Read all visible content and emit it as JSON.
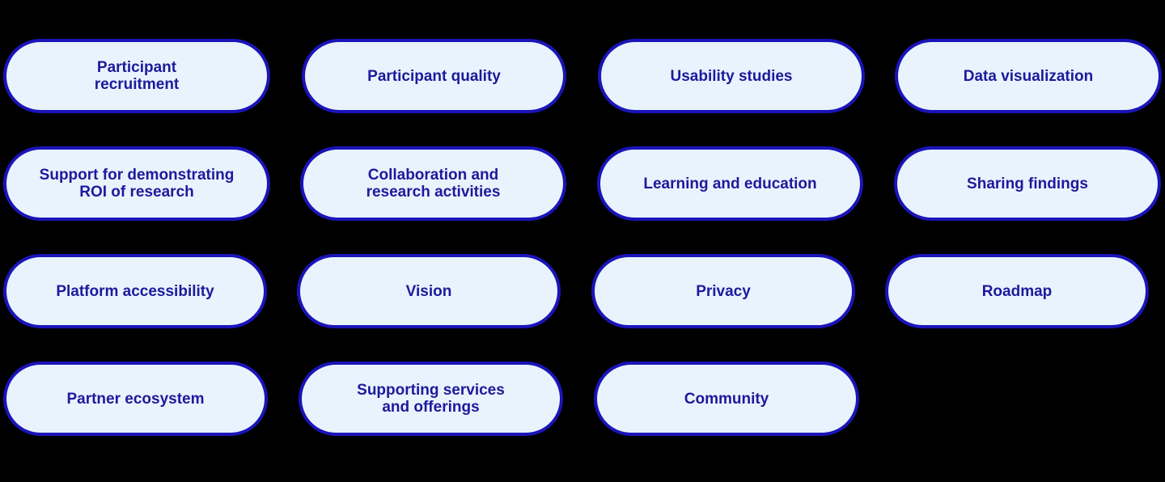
{
  "topics": [
    {
      "label": "Participant\nrecruitment"
    },
    {
      "label": "Participant quality"
    },
    {
      "label": "Usability studies"
    },
    {
      "label": "Data visualization"
    },
    {
      "label": "Support for demonstrating\nROI of research"
    },
    {
      "label": "Collaboration and\nresearch activities"
    },
    {
      "label": "Learning and education"
    },
    {
      "label": "Sharing findings"
    },
    {
      "label": "Platform accessibility"
    },
    {
      "label": "Vision"
    },
    {
      "label": "Privacy"
    },
    {
      "label": "Roadmap"
    },
    {
      "label": "Partner ecosystem"
    },
    {
      "label": "Supporting services\nand offerings"
    },
    {
      "label": "Community"
    }
  ],
  "colors": {
    "background": "#000000",
    "pill_fill": "#e9f3fd",
    "pill_border": "#1a14b8",
    "pill_text": "#1c1a9c"
  }
}
